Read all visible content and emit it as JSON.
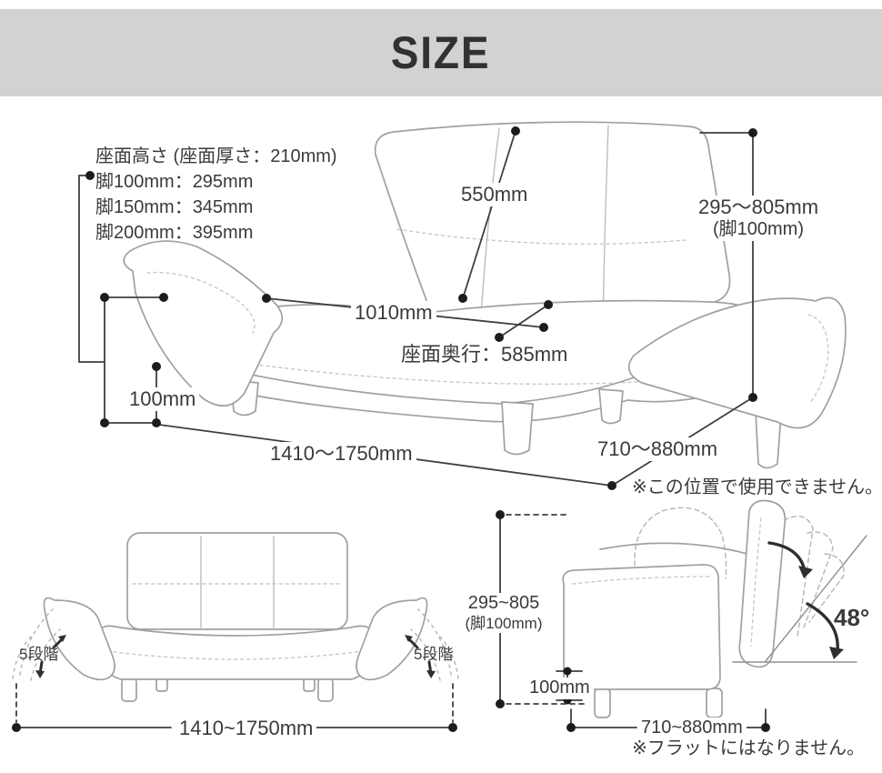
{
  "header": {
    "title": "SIZE"
  },
  "top_diagram": {
    "seat_height_title": "座面高さ (座面厚さ：210mm)",
    "seat_height_lines": [
      "脚100mm：295mm",
      "脚150mm：345mm",
      "脚200mm：395mm"
    ],
    "back_height": "550mm",
    "total_height_range": "295〜805mm",
    "total_height_note": "(脚100mm)",
    "seat_width": "1010mm",
    "seat_depth": "座面奥行：585mm",
    "leg_height": "100mm",
    "width_range": "1410〜1750mm",
    "depth_range": "710〜880mm"
  },
  "front_view": {
    "recline_steps_left": "5段階",
    "recline_steps_right": "5段階",
    "width_range": "1410~1750mm"
  },
  "side_view": {
    "warning_top": "※この位置で使用できません。",
    "height_range": "295~805",
    "height_note": "(脚100mm)",
    "recline_angle": "48°",
    "leg_height": "100mm",
    "depth_range": "710~880mm",
    "warning_bottom": "※フラットにはなりません。"
  },
  "colors": {
    "header_bg": "#d2d2d2",
    "title_text": "#333032",
    "sofa_line": "#a0a0a0",
    "dimension_line": "#3f3f3f",
    "text": "#3a3a3a"
  }
}
